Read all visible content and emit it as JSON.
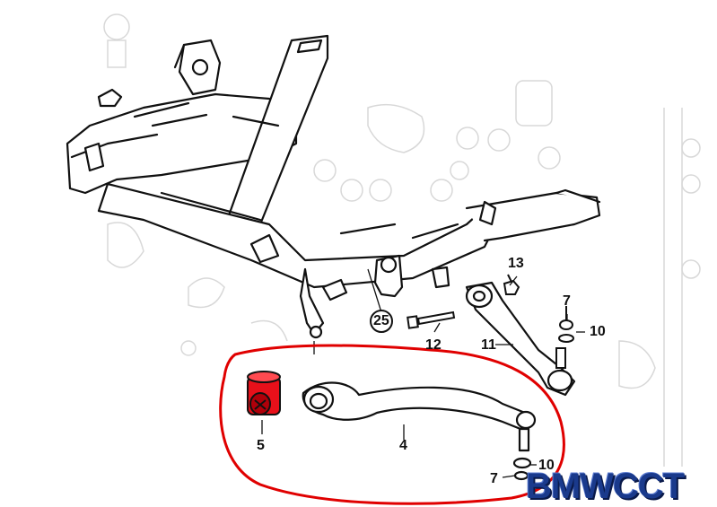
{
  "diagram": {
    "callouts": {
      "c25": "25",
      "c13": "13",
      "c12": "12",
      "c11": "11",
      "c7a": "7",
      "c10a": "10",
      "c5": "5",
      "c4": "4",
      "c7b": "7",
      "c10b": "10"
    },
    "watermark": "BMWCCT",
    "colors": {
      "line": "#111111",
      "highlight": "#e00000",
      "bushing": "#e8101a",
      "watermark": "#1a3a8c",
      "ghost": "#d8d8d8"
    }
  }
}
